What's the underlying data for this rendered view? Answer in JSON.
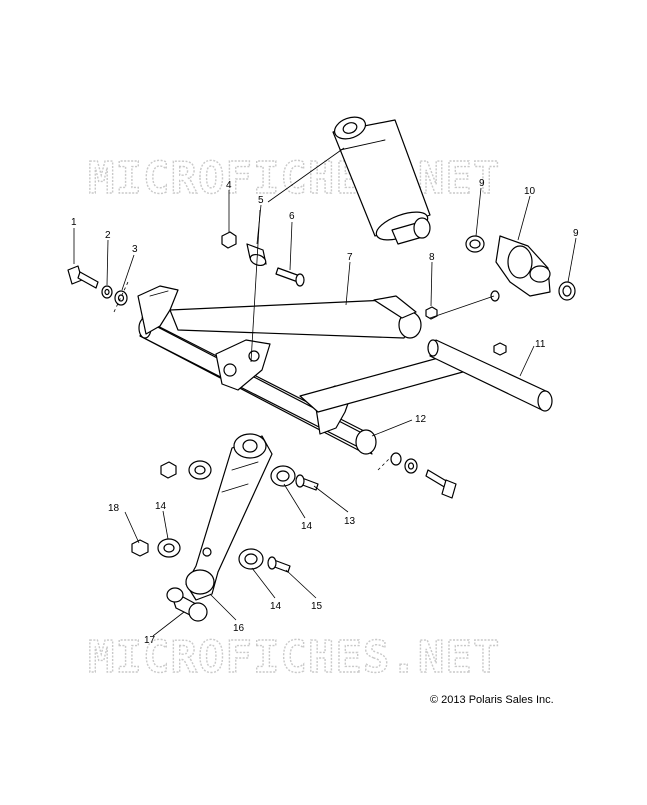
{
  "watermark": "MICROFICHES.NET",
  "copyright": "© 2013 Polaris Sales Inc.",
  "callouts": [
    "1",
    "2",
    "3",
    "4",
    "5",
    "6",
    "7",
    "8",
    "9",
    "10",
    "9",
    "11",
    "12",
    "13",
    "14",
    "14",
    "14",
    "15",
    "16",
    "17",
    "18"
  ]
}
